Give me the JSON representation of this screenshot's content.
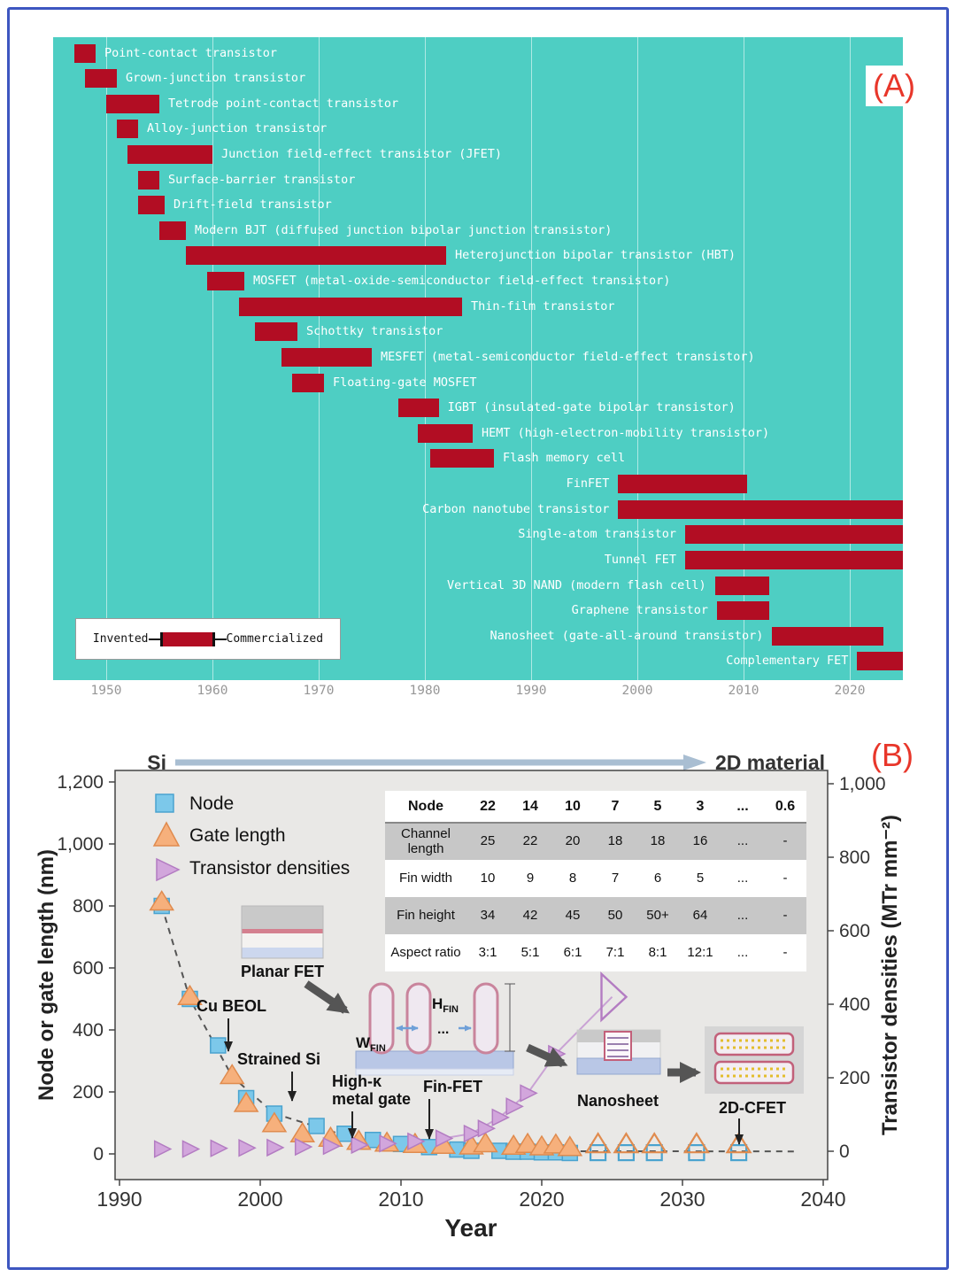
{
  "colors": {
    "frame": "#3d56c0",
    "panel_a_bg": "#4ecec3",
    "bar_red": "#b20d23",
    "tag_red": "#e8362a",
    "node_fill": "#7cc8ea",
    "node_edge": "#4aa3cf",
    "gate_fill": "#f6b07c",
    "gate_edge": "#e08b4e",
    "dens_fill": "#d2a6dc",
    "dens_edge": "#b37cc2"
  },
  "panel_a": {
    "tag": "(A)",
    "legend": {
      "invented": "Invented",
      "commercialized": "Commercialized"
    },
    "axis_years": [
      "1950",
      "1960",
      "1970",
      "1980",
      "1990",
      "2000",
      "2010",
      "2020"
    ],
    "chart_data": {
      "type": "gantt",
      "unit": "year",
      "x_domain": [
        1945,
        2025
      ],
      "rows": [
        {
          "label": "Point-contact transistor",
          "start": 1947,
          "end": 1949,
          "side": "right"
        },
        {
          "label": "Grown-junction transistor",
          "start": 1948,
          "end": 1951,
          "side": "right"
        },
        {
          "label": "Tetrode point-contact transistor",
          "start": 1950,
          "end": 1955,
          "side": "right"
        },
        {
          "label": "Alloy-junction transistor",
          "start": 1951,
          "end": 1953,
          "side": "right"
        },
        {
          "label": "Junction field-effect transistor (JFET)",
          "start": 1952,
          "end": 1960,
          "side": "right"
        },
        {
          "label": "Surface-barrier transistor",
          "start": 1953,
          "end": 1955,
          "side": "right"
        },
        {
          "label": "Drift-field transistor",
          "start": 1953,
          "end": 1955.5,
          "side": "right"
        },
        {
          "label": "Modern BJT (diffused junction bipolar junction transistor)",
          "start": 1955,
          "end": 1957.5,
          "side": "right"
        },
        {
          "label": "Heterojunction bipolar transistor (HBT)",
          "start": 1957.5,
          "end": 1982,
          "side": "right"
        },
        {
          "label": "MOSFET (metal-oxide-semiconductor field-effect transistor)",
          "start": 1959.5,
          "end": 1963,
          "side": "right"
        },
        {
          "label": "Thin-film transistor",
          "start": 1962.5,
          "end": 1983.5,
          "side": "right"
        },
        {
          "label": "Schottky transistor",
          "start": 1964,
          "end": 1968,
          "side": "right"
        },
        {
          "label": "MESFET (metal-semiconductor field-effect transistor)",
          "start": 1966.5,
          "end": 1975,
          "side": "right"
        },
        {
          "label": "Floating-gate MOSFET",
          "start": 1967.5,
          "end": 1970.5,
          "side": "right"
        },
        {
          "label": "IGBT (insulated-gate bipolar transistor)",
          "start": 1977.5,
          "end": 1981.3,
          "side": "right"
        },
        {
          "label": "HEMT (high-electron-mobility transistor)",
          "start": 1979.3,
          "end": 1984.5,
          "side": "right"
        },
        {
          "label": "Flash memory cell",
          "start": 1980.5,
          "end": 1986.5,
          "side": "right"
        },
        {
          "label": "FinFET",
          "start": 1998.2,
          "end": 2010.3,
          "side": "left"
        },
        {
          "label": "Carbon nanotube transistor",
          "start": 1998.2,
          "end": 2025,
          "side": "left"
        },
        {
          "label": "Single-atom transistor",
          "start": 2004.5,
          "end": 2025,
          "side": "left"
        },
        {
          "label": "Tunnel FET",
          "start": 2004.5,
          "end": 2025,
          "side": "left"
        },
        {
          "label": "Vertical 3D NAND (modern flash cell)",
          "start": 2007.3,
          "end": 2012.4,
          "side": "left"
        },
        {
          "label": "Graphene transistor",
          "start": 2007.5,
          "end": 2012.4,
          "side": "left"
        },
        {
          "label": "Nanosheet (gate-all-around transistor)",
          "start": 2012.7,
          "end": 2023.2,
          "side": "left"
        },
        {
          "label": "Complementary FET",
          "start": 2020.7,
          "end": 2025,
          "side": "left"
        }
      ]
    }
  },
  "panel_b": {
    "tag": "(B)",
    "top_flow": {
      "left": "Si",
      "right": "2D material"
    },
    "axes": {
      "left_label": "Node or gate length (nm)",
      "right_label": "Transistor densities (MTr mm⁻²)",
      "x_label": "Year",
      "left_ticks": [
        {
          "v": 0,
          "t": "0"
        },
        {
          "v": 200,
          "t": "200"
        },
        {
          "v": 400,
          "t": "400"
        },
        {
          "v": 600,
          "t": "600"
        },
        {
          "v": 800,
          "t": "800"
        },
        {
          "v": 1000,
          "t": "1,000"
        },
        {
          "v": 1200,
          "t": "1,200"
        }
      ],
      "right_ticks": [
        {
          "v": 0,
          "t": "0"
        },
        {
          "v": 200,
          "t": "200"
        },
        {
          "v": 400,
          "t": "400"
        },
        {
          "v": 600,
          "t": "600"
        },
        {
          "v": 800,
          "t": "800"
        },
        {
          "v": 1000,
          "t": "1,000"
        }
      ],
      "x_ticks": [
        {
          "v": 1990,
          "t": "1990"
        },
        {
          "v": 2000,
          "t": "2000"
        },
        {
          "v": 2010,
          "t": "2010"
        },
        {
          "v": 2020,
          "t": "2020"
        },
        {
          "v": 2030,
          "t": "2030"
        },
        {
          "v": 2040,
          "t": "2040"
        }
      ]
    },
    "legend": [
      {
        "label": "Node",
        "marker": "square"
      },
      {
        "label": "Gate length",
        "marker": "triangle-up"
      },
      {
        "label": "Transistor densities",
        "marker": "triangle-right"
      }
    ],
    "inset_table": {
      "header": [
        "Node",
        "22",
        "14",
        "10",
        "7",
        "5",
        "3",
        "...",
        "0.6"
      ],
      "rows": [
        {
          "name": "Channel length",
          "values": [
            "25",
            "22",
            "20",
            "18",
            "18",
            "16",
            "...",
            "-"
          ]
        },
        {
          "name": "Fin width",
          "values": [
            "10",
            "9",
            "8",
            "7",
            "6",
            "5",
            "...",
            "-"
          ]
        },
        {
          "name": "Fin height",
          "values": [
            "34",
            "42",
            "45",
            "50",
            "50+",
            "64",
            "...",
            "-"
          ]
        },
        {
          "name": "Aspect ratio",
          "values": [
            "3:1",
            "5:1",
            "6:1",
            "7:1",
            "8:1",
            "12:1",
            "...",
            "-"
          ]
        }
      ]
    },
    "annotations": {
      "planar_fet": "Planar FET",
      "cu_beol": "Cu BEOL",
      "strained_si": "Strained Si",
      "high_k_line1": "High-κ",
      "high_k_line2": "metal gate",
      "fin_fet": "Fin-FET",
      "nanosheet": "Nanosheet",
      "cfet": "2D-CFET",
      "h_fin_main": "H",
      "h_fin_sub": "FIN",
      "w_fin_main": "W",
      "w_fin_sub": "FIN",
      "dots": "..."
    },
    "chart_data": {
      "type": "scatter",
      "x_range": [
        1990,
        2040
      ],
      "y_left_range": [
        0,
        1200
      ],
      "y_right_range": [
        0,
        1000
      ],
      "series": [
        {
          "name": "Node",
          "axis": "left",
          "marker": "square",
          "style": "solid",
          "points": [
            [
              1993,
              800
            ],
            [
              1995,
              500
            ],
            [
              1997,
              350
            ],
            [
              1999,
              180
            ],
            [
              2001,
              130
            ],
            [
              2004,
              90
            ],
            [
              2006,
              65
            ],
            [
              2008,
              45
            ],
            [
              2010,
              32
            ],
            [
              2012,
              22
            ],
            [
              2014,
              14
            ],
            [
              2015,
              10
            ],
            [
              2017,
              10
            ],
            [
              2018,
              7
            ],
            [
              2019,
              7
            ],
            [
              2020,
              5
            ],
            [
              2021,
              5
            ],
            [
              2022,
              3
            ]
          ]
        },
        {
          "name": "Node (projected)",
          "axis": "left",
          "marker": "square",
          "style": "open",
          "points": [
            [
              2024,
              4
            ],
            [
              2026,
              4
            ],
            [
              2028,
              4
            ],
            [
              2031,
              4
            ],
            [
              2034,
              4
            ]
          ]
        },
        {
          "name": "Gate length",
          "axis": "left",
          "marker": "triangle-up",
          "style": "solid",
          "points": [
            [
              1993,
              810
            ],
            [
              1995,
              505
            ],
            [
              1998,
              250
            ],
            [
              1999,
              160
            ],
            [
              2001,
              95
            ],
            [
              2003,
              62
            ],
            [
              2005,
              48
            ],
            [
              2007,
              38
            ],
            [
              2009,
              32
            ],
            [
              2011,
              28
            ],
            [
              2013,
              25
            ],
            [
              2015,
              23
            ],
            [
              2016,
              30
            ],
            [
              2018,
              22
            ],
            [
              2019,
              28
            ],
            [
              2020,
              20
            ],
            [
              2021,
              26
            ],
            [
              2022,
              18
            ]
          ]
        },
        {
          "name": "Gate length (projected)",
          "axis": "left",
          "marker": "triangle-up",
          "style": "open",
          "points": [
            [
              2024,
              28
            ],
            [
              2026,
              28
            ],
            [
              2028,
              28
            ],
            [
              2031,
              28
            ],
            [
              2034,
              28
            ]
          ]
        },
        {
          "name": "Transistor densities",
          "axis": "right",
          "marker": "triangle-right",
          "style": "solid",
          "points": [
            [
              1993,
              6
            ],
            [
              1995,
              6
            ],
            [
              1997,
              8
            ],
            [
              1999,
              9
            ],
            [
              2001,
              10
            ],
            [
              2003,
              12
            ],
            [
              2005,
              14
            ],
            [
              2007,
              17
            ],
            [
              2009,
              21
            ],
            [
              2011,
              27
            ],
            [
              2013,
              35
            ],
            [
              2015,
              48
            ],
            [
              2016,
              62
            ],
            [
              2017,
              92
            ],
            [
              2018,
              122
            ],
            [
              2019,
              158
            ],
            [
              2021,
              265
            ]
          ]
        },
        {
          "name": "Transistor densities (projected)",
          "axis": "right",
          "marker": "triangle-right",
          "style": "open-large",
          "points": [
            [
              2025,
              420
            ]
          ]
        }
      ],
      "trend_dashed_left": [
        [
          1993,
          800
        ],
        [
          1995,
          500
        ],
        [
          1998,
          250
        ],
        [
          2001,
          130
        ],
        [
          2004,
          88
        ],
        [
          2007,
          45
        ],
        [
          2010,
          28
        ],
        [
          2013,
          14
        ],
        [
          2017,
          9
        ],
        [
          2038,
          8
        ]
      ],
      "density_line_right": [
        [
          2013,
          35
        ],
        [
          2015,
          48
        ],
        [
          2017,
          92
        ],
        [
          2019,
          158
        ],
        [
          2021,
          265
        ],
        [
          2025,
          420
        ]
      ]
    }
  }
}
